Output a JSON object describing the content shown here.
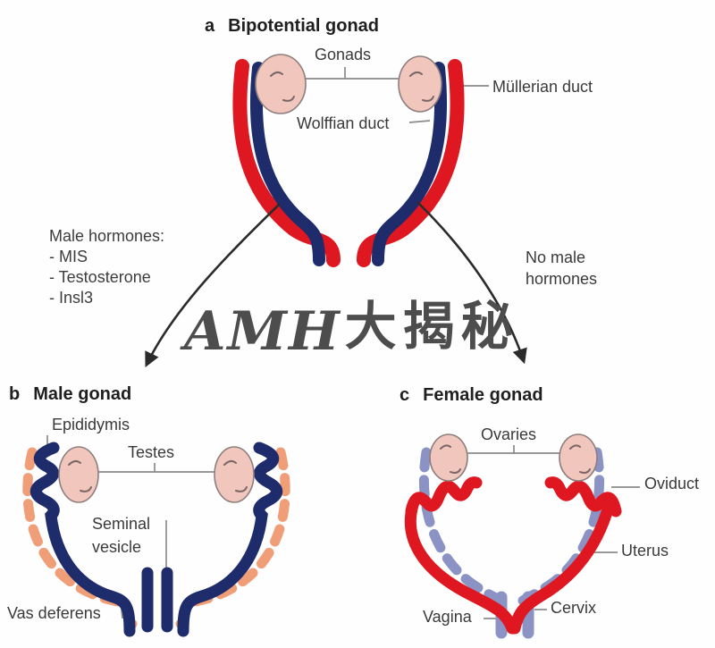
{
  "watermark": {
    "latin": "AMH",
    "chinese": "大揭秘"
  },
  "panel_a": {
    "letter": "a",
    "title": "Bipotential gonad",
    "labels": {
      "gonads": "Gonads",
      "wolffian_duct": "Wolffian duct",
      "mullerian_duct": "Müllerian duct"
    }
  },
  "left_branch": {
    "heading": "Male hormones:",
    "items": [
      "- MIS",
      "- Testosterone",
      "- Insl3"
    ]
  },
  "right_branch": {
    "text": "No male\nhormones"
  },
  "panel_b": {
    "letter": "b",
    "title": "Male gonad",
    "labels": {
      "epididymis": "Epididymis",
      "testes": "Testes",
      "seminal_vesicle": "Seminal\nvesicle",
      "vas_deferens": "Vas deferens"
    }
  },
  "panel_c": {
    "letter": "c",
    "title": "Female gonad",
    "labels": {
      "ovaries": "Ovaries",
      "oviduct": "Oviduct",
      "uterus": "Uterus",
      "cervix": "Cervix",
      "vagina": "Vagina"
    }
  },
  "colors": {
    "red": "#df1720",
    "navy": "#1e2c6b",
    "pink": "#f0c6bd",
    "pink_stroke": "#8d7e7e",
    "salmon": "#f09e78",
    "slate": "#8a93c4",
    "text": "#3a3a3a",
    "watermark": "#4d4d4d",
    "arrow": "#2b2b2b",
    "leader": "#8a8a8a"
  }
}
